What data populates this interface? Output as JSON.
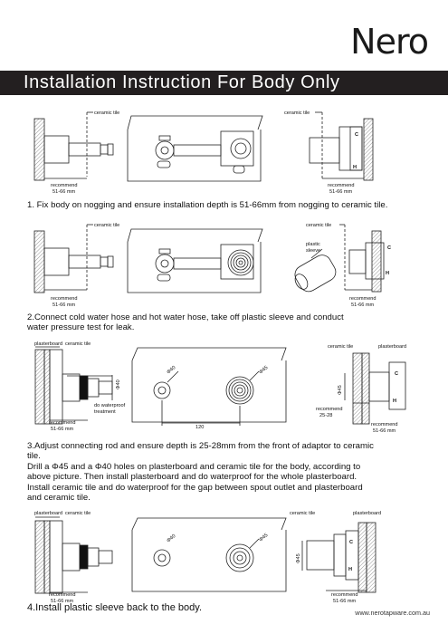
{
  "brand": "Nero",
  "title": "Installation Instruction For Body Only",
  "labels": {
    "ceramic_tile": "ceramic tile",
    "plasterboard": "plasterboard",
    "recommend": "recommend",
    "range_51_66": "51-66 mm",
    "range_25_28": "25-28",
    "plastic_sleeve_1": "plastic",
    "plastic_sleeve_2": "sleeve",
    "waterproof_1": "do waterproof",
    "waterproof_2": "treatment",
    "c": "C",
    "h": "H",
    "phi40": "Φ40",
    "phi45": "Φ45",
    "dim_120": "120",
    "hole_45": "Φ45",
    "hole_40": "Φ40"
  },
  "steps": {
    "s1": "1. Fix body on nogging and ensure installation depth is 51-66mm from nogging to ceramic tile.",
    "s2_line1": "2.Connect cold water hose and hot water hose, take off plastic sleeve and conduct",
    "s2_line2": "water pressure test for leak.",
    "s3_line1": "3.Adjust connecting rod and ensure depth is 25-28mm from the front of adaptor to ceramic",
    "s3_line2": "tile.",
    "s3_line3": "Drill a Φ45 and a Φ40 holes on plasterboard and ceramic tile for the body, according to",
    "s3_line4": "above picture. Then install plasterboard and do waterproof for the whole plasterboard.",
    "s3_line5": "Install ceramic tile and do waterproof for the gap between spout outlet and plasterboard",
    "s3_line6": "and ceramic tile.",
    "s4": "4.Install plastic sleeve back to the body."
  },
  "website": "www.nerotapware.com.au"
}
